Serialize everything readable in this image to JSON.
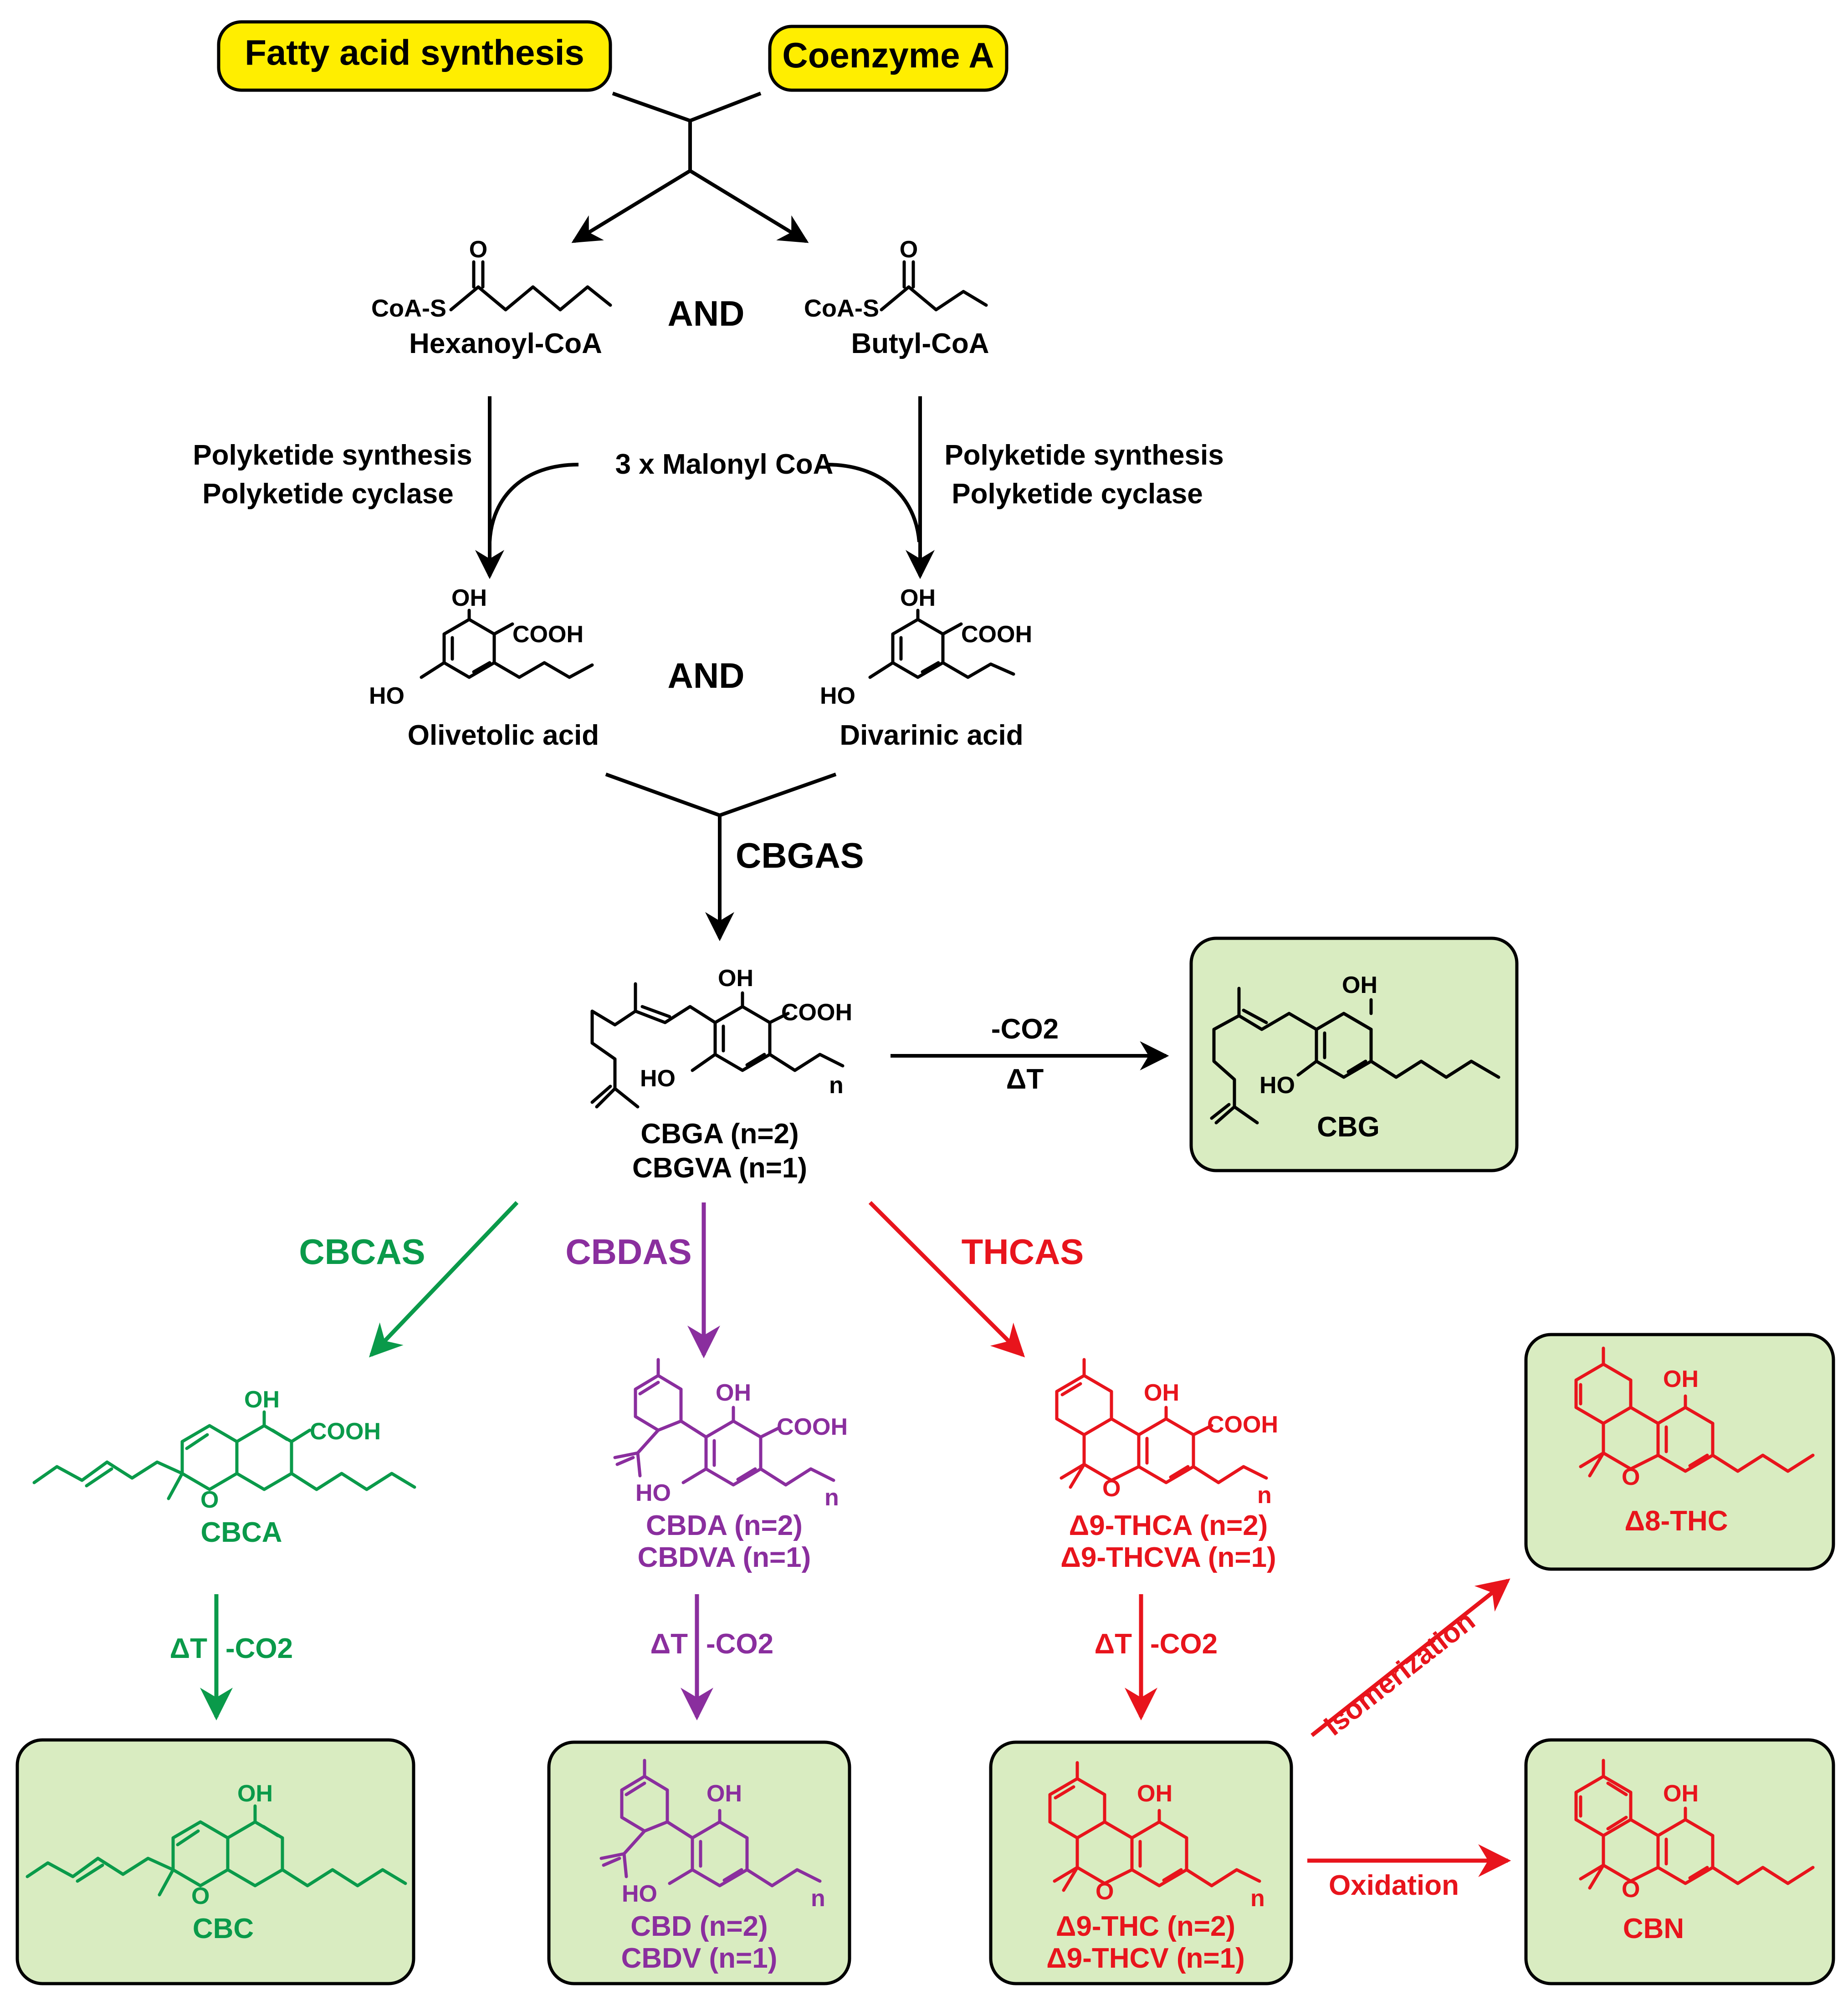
{
  "colors": {
    "black": "#000000",
    "green": "#0a9a4a",
    "purple": "#8a2e9e",
    "red": "#e8141c",
    "start_fill": "#ffee00",
    "product_fill": "#d9ecc1"
  },
  "start_boxes": {
    "fatty_acid": "Fatty acid synthesis",
    "coenzyme_a": "Coenzyme A"
  },
  "and_labels": [
    "AND",
    "AND"
  ],
  "precursors": {
    "hexanoyl": {
      "name": "Hexanoyl-CoA",
      "group": "CoA-S",
      "oxygen": "O"
    },
    "butyl": {
      "name": "Butyl-CoA",
      "group": "CoA-S",
      "oxygen": "O"
    }
  },
  "polyketide": {
    "left_line1": "Polyketide synthesis",
    "left_line2": "Polyketide cyclase",
    "right_line1": "Polyketide synthesis",
    "right_line2": "Polyketide cyclase",
    "malonyl": "3 x Malonyl CoA"
  },
  "acids": {
    "olivetolic": {
      "name": "Olivetolic acid",
      "oh": "OH",
      "cooh": "COOH",
      "ho": "HO"
    },
    "divarinic": {
      "name": "Divarinic acid",
      "oh": "OH",
      "cooh": "COOH",
      "ho": "HO"
    }
  },
  "cbgas": "CBGAS",
  "cbga": {
    "line1": "CBGA (n=2)",
    "line2": "CBGVA (n=1)",
    "oh": "OH",
    "cooh": "COOH",
    "ho": "HO",
    "n": "n"
  },
  "decarb_top": {
    "co2": "-CO2",
    "heat": "ΔT"
  },
  "cbg": {
    "name": "CBG",
    "oh": "OH",
    "ho": "HO"
  },
  "enzymes": {
    "cbcas": "CBCAS",
    "cbdas": "CBDAS",
    "thcas": "THCAS"
  },
  "cbca": {
    "name": "CBCA",
    "oh": "OH",
    "cooh": "COOH",
    "o": "O"
  },
  "cbda": {
    "line1": "CBDA (n=2)",
    "line2": "CBDVA (n=1)",
    "oh": "OH",
    "cooh": "COOH",
    "ho": "HO",
    "n": "n"
  },
  "thca": {
    "line1": "Δ9-THCA (n=2)",
    "line2": "Δ9-THCVA (n=1)",
    "oh": "OH",
    "cooh": "COOH",
    "o": "O",
    "n": "n"
  },
  "decarb": {
    "green": {
      "heat": "ΔT",
      "co2": "-CO2"
    },
    "purple": {
      "heat": "ΔT",
      "co2": "-CO2"
    },
    "red": {
      "heat": "ΔT",
      "co2": "-CO2"
    }
  },
  "products": {
    "cbc": {
      "name": "CBC",
      "oh": "OH",
      "o": "O"
    },
    "cbd": {
      "line1": "CBD (n=2)",
      "line2": "CBDV (n=1)",
      "oh": "OH",
      "ho": "HO",
      "n": "n"
    },
    "thc": {
      "line1": "Δ9-THC (n=2)",
      "line2": "Δ9-THCV (n=1)",
      "oh": "OH",
      "o": "O",
      "n": "n"
    },
    "d8thc": {
      "name": "Δ8-THC",
      "oh": "OH",
      "o": "O"
    },
    "cbn": {
      "name": "CBN",
      "oh": "OH",
      "o": "O"
    }
  },
  "conversions": {
    "isomerization": "Isomerization",
    "oxidation": "Oxidation"
  }
}
